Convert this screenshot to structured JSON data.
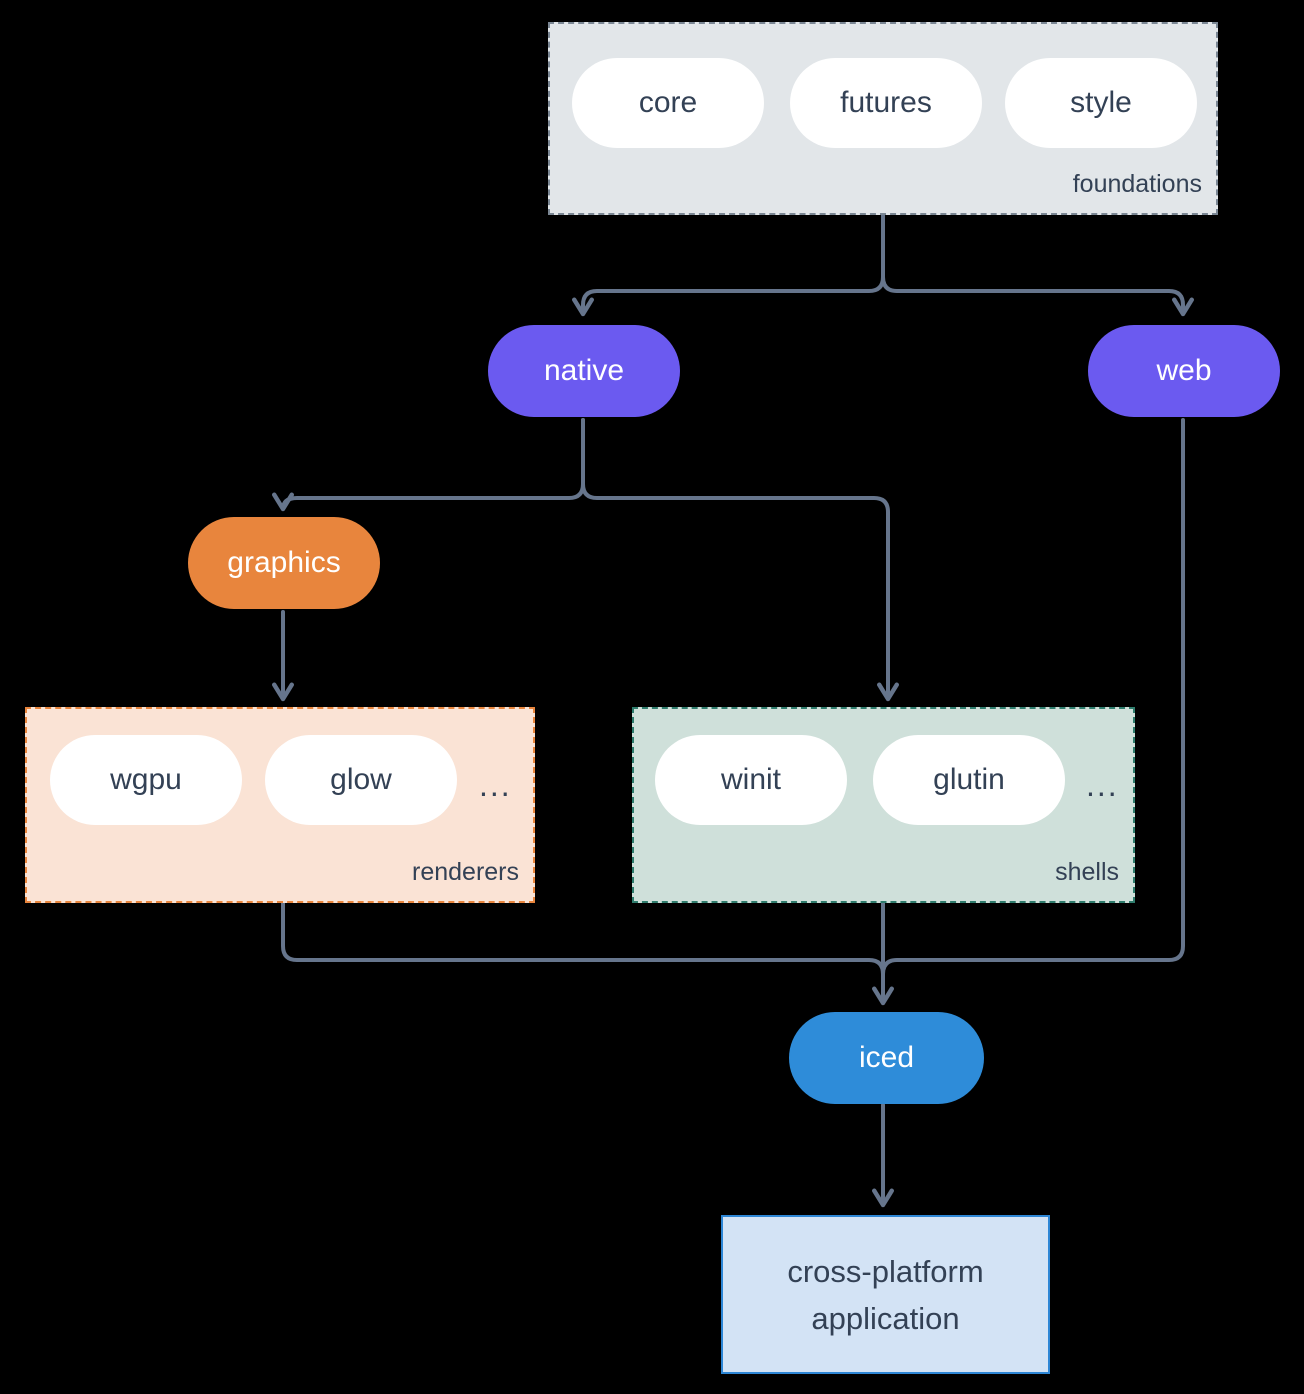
{
  "nodes": {
    "foundations": {
      "label": "foundations",
      "items": [
        "core",
        "futures",
        "style"
      ]
    },
    "native": {
      "label": "native"
    },
    "web": {
      "label": "web"
    },
    "graphics": {
      "label": "graphics"
    },
    "renderers": {
      "label": "renderers",
      "items": [
        "wgpu",
        "glow"
      ],
      "ellipsis": "..."
    },
    "shells": {
      "label": "shells",
      "items": [
        "winit",
        "glutin"
      ],
      "ellipsis": "..."
    },
    "iced": {
      "label": "iced"
    },
    "application": {
      "line1": "cross-platform",
      "line2": "application"
    }
  },
  "edges": [
    {
      "from": "foundations",
      "to": "native"
    },
    {
      "from": "foundations",
      "to": "web"
    },
    {
      "from": "native",
      "to": "graphics"
    },
    {
      "from": "native",
      "to": "shells"
    },
    {
      "from": "graphics",
      "to": "renderers"
    },
    {
      "from": "renderers",
      "to": "iced"
    },
    {
      "from": "shells",
      "to": "iced"
    },
    {
      "from": "web",
      "to": "iced"
    },
    {
      "from": "iced",
      "to": "application"
    }
  ],
  "colors": {
    "background": "#000000",
    "arrow": "#66758c",
    "node_purple": "#6b5af0",
    "node_orange": "#e8853d",
    "node_blue": "#2e8cd9",
    "pill_white": "#ffffff",
    "text_dark": "#334155",
    "text_light": "#ffffff",
    "foundations_bg": "#e2e6e9",
    "foundations_border": "#7b8794",
    "renderers_bg": "#fae3d5",
    "renderers_border": "#e8853d",
    "shells_bg": "#cfe0da",
    "shells_border": "#2f7d6d",
    "application_bg": "#d3e3f5",
    "application_border": "#2d86d5"
  }
}
